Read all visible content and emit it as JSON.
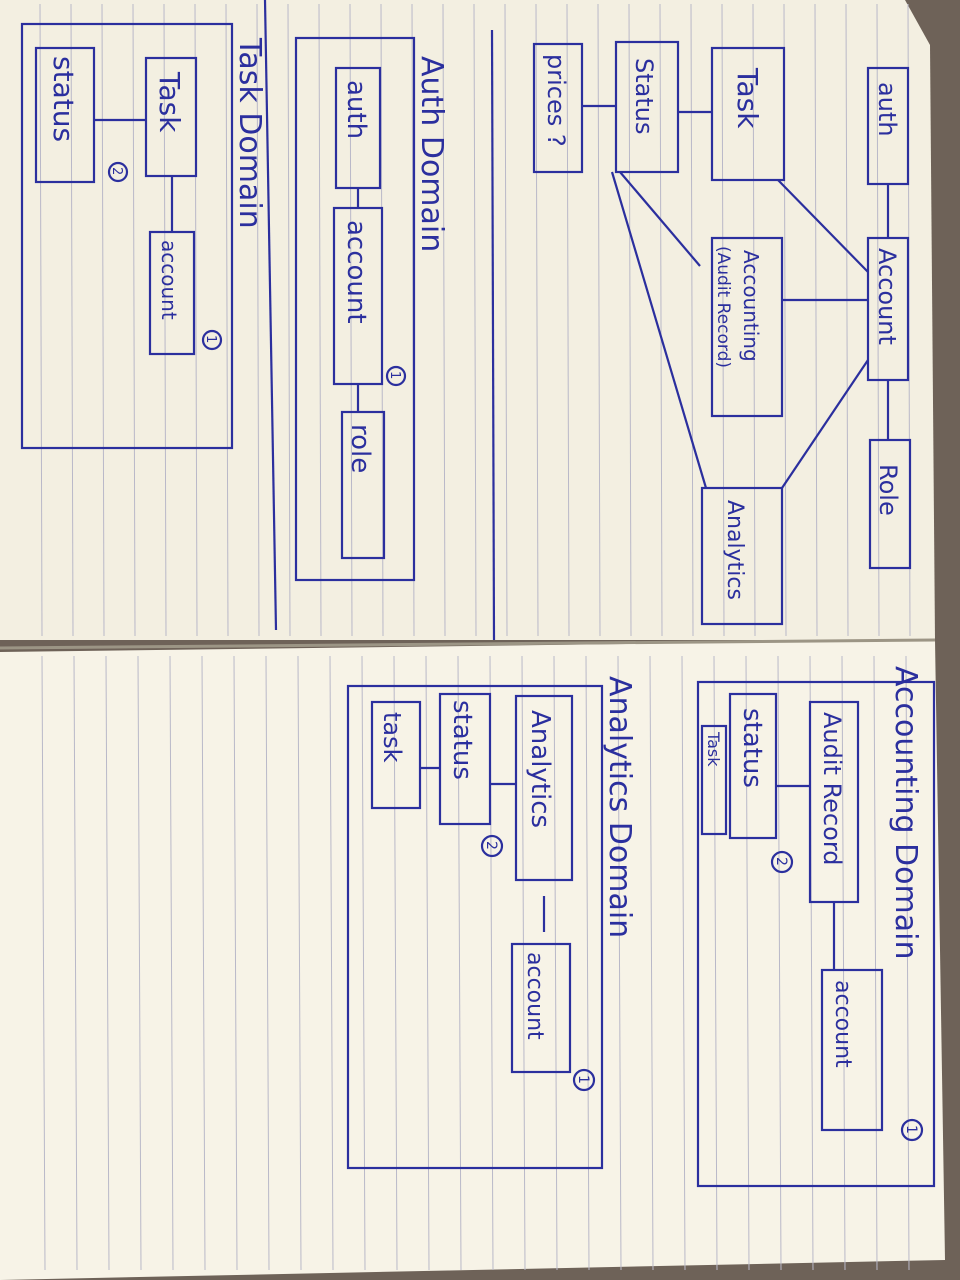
{
  "colors": {
    "ink": "#2b2f9e",
    "paper": "#f5f1e4",
    "rule": "#b9b8c8",
    "table": "#6e6258"
  },
  "overview": {
    "entities": {
      "auth": "auth",
      "account": "Account",
      "role": "Role",
      "task": "Task",
      "status": "Status",
      "prices": "prices ?",
      "accounting_l1": "Accounting",
      "accounting_l2": "(Audit Record)",
      "analytics": "Analytics"
    }
  },
  "auth_domain": {
    "title": "Auth Domain",
    "auth": "auth",
    "account": "account",
    "role": "role",
    "marker": "1"
  },
  "task_domain": {
    "title": "Task Domain",
    "task": "Task",
    "status": "status",
    "account": "account",
    "marker1": "1",
    "marker2": "2"
  },
  "accounting_domain": {
    "title": "Accounting Domain",
    "audit_record": "Audit Record",
    "status": "status",
    "task": "Task",
    "account": "account",
    "marker1": "1",
    "marker2": "2"
  },
  "analytics_domain": {
    "title": "Analytics Domain",
    "analytics": "Analytics",
    "status": "status",
    "task": "task",
    "account": "account",
    "marker1": "1",
    "marker2": "2"
  }
}
